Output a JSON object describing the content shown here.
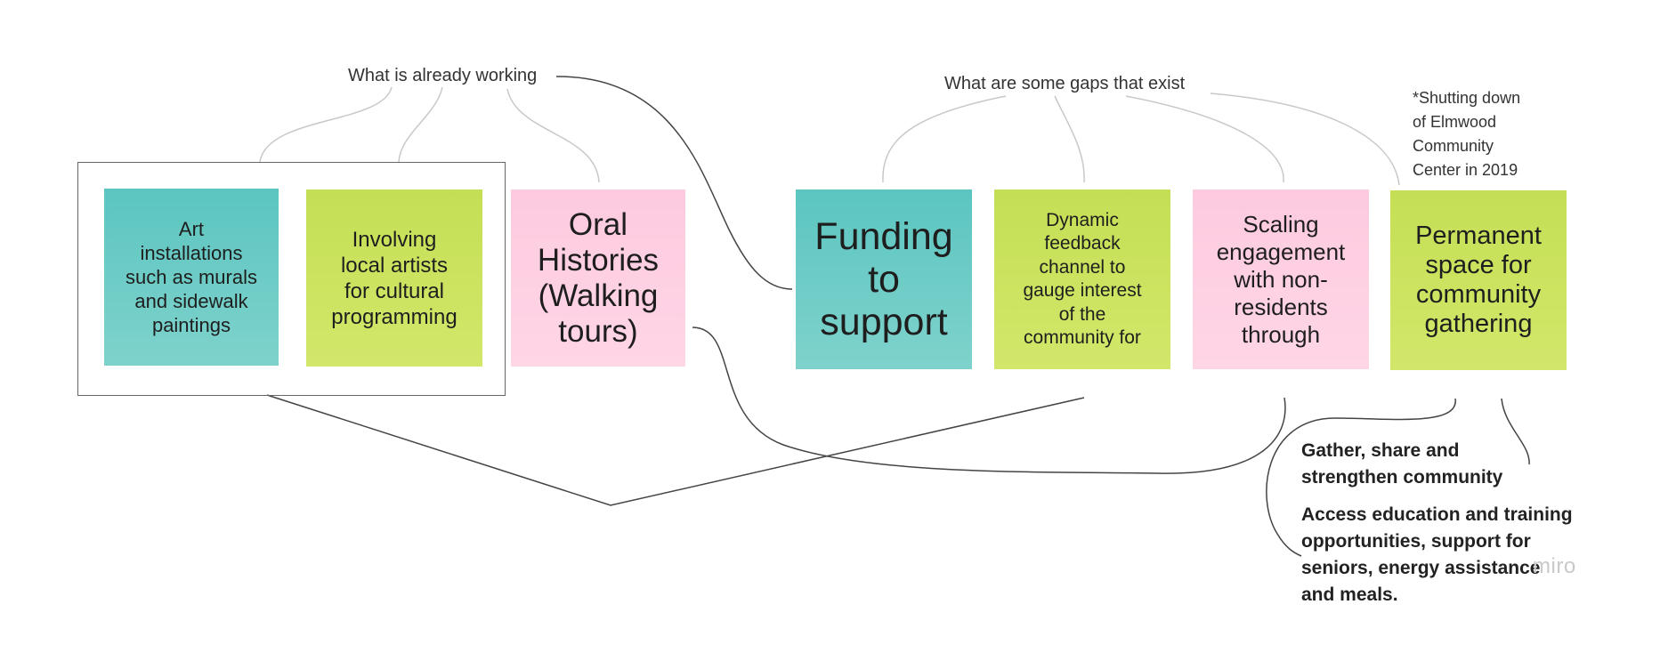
{
  "labels": {
    "working": "What is already working",
    "gaps": "What are some gaps that exist",
    "side_note": "*Shutting down\nof Elmwood\nCommunity\nCenter in 2019"
  },
  "stickies": {
    "art": "Art\ninstallations\nsuch as murals\nand sidewalk\npaintings",
    "artists": "Involving\nlocal artists\nfor cultural\nprogramming",
    "oral": "Oral\nHistories\n(Walking\ntours)",
    "funding": "Funding\nto\nsupport",
    "dynamic": "Dynamic\nfeedback\nchannel to\ngauge interest\nof the\ncommunity for",
    "scaling": "Scaling\nengagement\nwith non-\nresidents\nthrough",
    "permanent": "Permanent\nspace for\ncommunity\ngathering"
  },
  "notes": {
    "gather": "Gather, share and strengthen community",
    "access": "Access education and training opportunities, support for seniors, energy assistance and meals."
  },
  "brand": "miro",
  "colors": {
    "teal": "#5cc5c0",
    "lime": "#c4df55",
    "pink": "#fdcadf",
    "line_dark": "#444444",
    "line_light": "#c8c8c8"
  }
}
